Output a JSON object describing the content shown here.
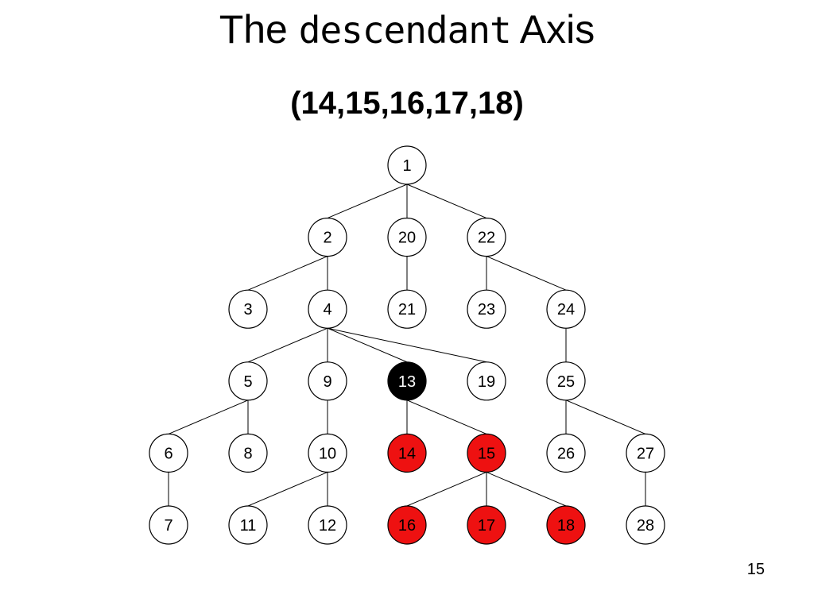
{
  "slide": {
    "title_prefix": "The ",
    "title_code": "descendant",
    "title_suffix": " Axis",
    "subtitle": "(14,15,16,17,18)",
    "slide_number": "15"
  },
  "colors": {
    "context": "#000000",
    "result": "#ee1111",
    "default": "#ffffff",
    "stroke": "#000000"
  },
  "tree": {
    "context_node": "13",
    "result_nodes": [
      "14",
      "15",
      "16",
      "17",
      "18"
    ],
    "nodes": [
      {
        "label": "1",
        "depth": 0,
        "column": 3
      },
      {
        "label": "2",
        "depth": 1,
        "column": 2
      },
      {
        "label": "20",
        "depth": 1,
        "column": 3
      },
      {
        "label": "22",
        "depth": 1,
        "column": 4
      },
      {
        "label": "3",
        "depth": 2,
        "column": 1
      },
      {
        "label": "4",
        "depth": 2,
        "column": 2
      },
      {
        "label": "21",
        "depth": 2,
        "column": 3
      },
      {
        "label": "23",
        "depth": 2,
        "column": 4
      },
      {
        "label": "24",
        "depth": 2,
        "column": 5
      },
      {
        "label": "5",
        "depth": 3,
        "column": 1
      },
      {
        "label": "9",
        "depth": 3,
        "column": 2
      },
      {
        "label": "13",
        "depth": 3,
        "column": 3
      },
      {
        "label": "19",
        "depth": 3,
        "column": 4
      },
      {
        "label": "25",
        "depth": 3,
        "column": 5
      },
      {
        "label": "6",
        "depth": 4,
        "column": 0
      },
      {
        "label": "8",
        "depth": 4,
        "column": 1
      },
      {
        "label": "10",
        "depth": 4,
        "column": 2
      },
      {
        "label": "14",
        "depth": 4,
        "column": 3
      },
      {
        "label": "15",
        "depth": 4,
        "column": 4
      },
      {
        "label": "26",
        "depth": 4,
        "column": 5
      },
      {
        "label": "27",
        "depth": 4,
        "column": 6
      },
      {
        "label": "7",
        "depth": 5,
        "column": 0
      },
      {
        "label": "11",
        "depth": 5,
        "column": 1
      },
      {
        "label": "12",
        "depth": 5,
        "column": 2
      },
      {
        "label": "16",
        "depth": 5,
        "column": 3
      },
      {
        "label": "17",
        "depth": 5,
        "column": 4
      },
      {
        "label": "18",
        "depth": 5,
        "column": 5
      },
      {
        "label": "28",
        "depth": 5,
        "column": 6
      }
    ],
    "edges": [
      [
        "1",
        "2"
      ],
      [
        "1",
        "20"
      ],
      [
        "1",
        "22"
      ],
      [
        "2",
        "3"
      ],
      [
        "2",
        "4"
      ],
      [
        "20",
        "21"
      ],
      [
        "22",
        "23"
      ],
      [
        "22",
        "24"
      ],
      [
        "4",
        "5"
      ],
      [
        "4",
        "9"
      ],
      [
        "4",
        "13"
      ],
      [
        "4",
        "19"
      ],
      [
        "24",
        "25"
      ],
      [
        "5",
        "6"
      ],
      [
        "5",
        "8"
      ],
      [
        "9",
        "10"
      ],
      [
        "13",
        "14"
      ],
      [
        "13",
        "15"
      ],
      [
        "25",
        "26"
      ],
      [
        "25",
        "27"
      ],
      [
        "6",
        "7"
      ],
      [
        "10",
        "11"
      ],
      [
        "10",
        "12"
      ],
      [
        "15",
        "16"
      ],
      [
        "15",
        "17"
      ],
      [
        "15",
        "18"
      ],
      [
        "27",
        "28"
      ]
    ]
  }
}
